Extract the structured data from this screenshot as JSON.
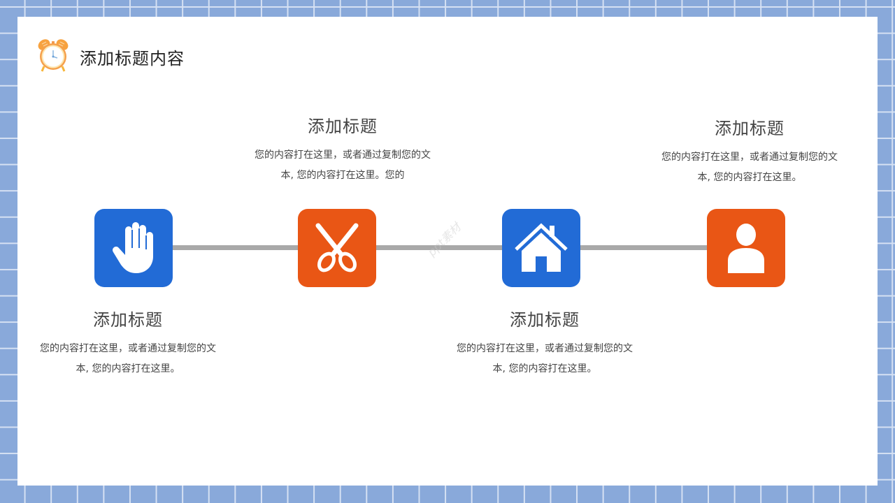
{
  "page": {
    "title": "添加标题内容",
    "colors": {
      "background_grid": "#89a9da",
      "grid_lines": "#d6e1f3",
      "card": "#ffffff",
      "blue": "#226bd6",
      "orange": "#e95615",
      "connector": "#a9a9a9",
      "text": "#444444"
    }
  },
  "steps": [
    {
      "icon": "hand-icon",
      "color": "blue",
      "heading": "添加标题",
      "line1": "您的内容打在这里，或者通过复制您的文",
      "line2": "本, 您的内容打在这里。",
      "position": "below"
    },
    {
      "icon": "scissors-icon",
      "color": "orange",
      "heading": "添加标题",
      "line1": "您的内容打在这里，或者通过复制您的文",
      "line2": "本, 您的内容打在这里。您的",
      "position": "above"
    },
    {
      "icon": "home-icon",
      "color": "blue",
      "heading": "添加标题",
      "line1": "您的内容打在这里，或者通过复制您的文",
      "line2": "本, 您的内容打在这里。",
      "position": "below"
    },
    {
      "icon": "user-icon",
      "color": "orange",
      "heading": "添加标题",
      "line1": "您的内容打在这里，或者通过复制您的文",
      "line2": "本, 您的内容打在这里。",
      "position": "above"
    }
  ],
  "watermark": "ppt素材"
}
